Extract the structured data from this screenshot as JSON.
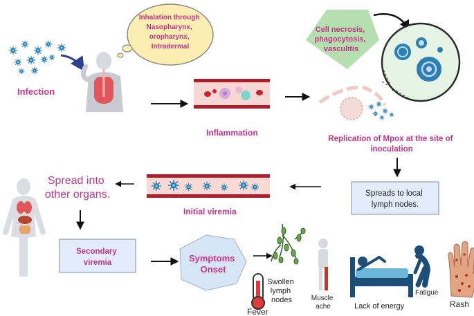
{
  "labels": {
    "infection": "Infection",
    "inhalation": [
      "Inhalation through",
      "Nasopharynx,",
      "oropharynx,",
      "Intradermal"
    ],
    "inflammation": "Inflammation",
    "cell_necrosis": [
      "Cell necrosis,",
      "phagocytosis,",
      "vasculitis"
    ],
    "replication": [
      "Replication of Mpox at the site of",
      "inoculation"
    ],
    "spreads_local": [
      "Spreads to local",
      "lymph nodes."
    ],
    "initial_viremia": "Initial viremia",
    "spread_organs": [
      "Spread into",
      "other organs."
    ],
    "secondary_viremia": [
      "Secondary",
      "viremia"
    ],
    "symptoms_onset": [
      "Symptoms",
      "Onset"
    ]
  },
  "symptoms": {
    "fever": "Fever",
    "swollen": [
      "Swollen",
      "lymph",
      "nodes"
    ],
    "muscle": [
      "Muscle",
      "ache"
    ],
    "energy": "Lack of energy",
    "fatigue": "Fatigue",
    "rash": "Rash"
  },
  "colors": {
    "accent": "#c2348a",
    "virus": "#2a7fb5",
    "vessel": "#b01c2a",
    "bubble": "#fbeeb0",
    "pentagon": "#b6dfb0",
    "box_blue": "#e3ecfa",
    "heptagon": "#d7e6f7"
  }
}
